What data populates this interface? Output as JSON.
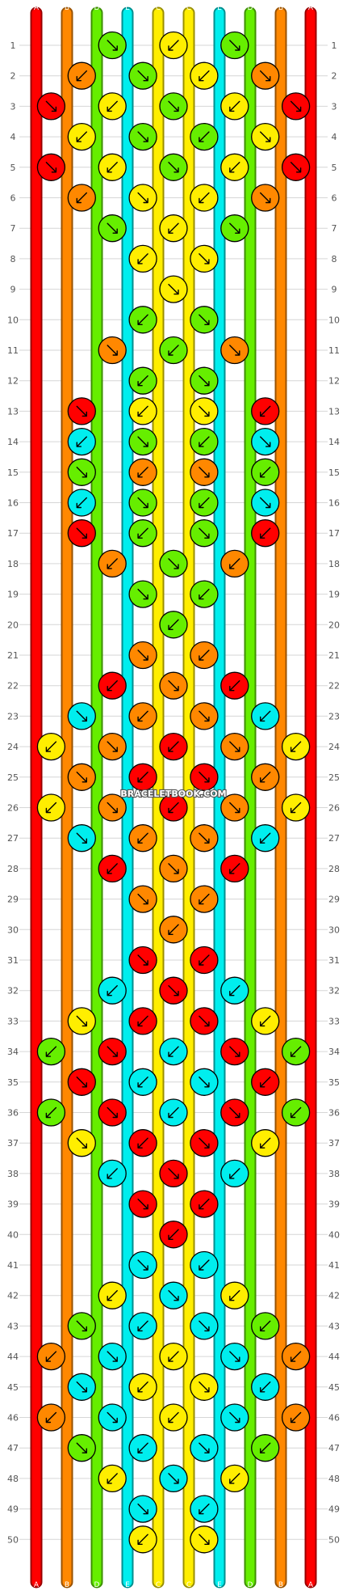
{
  "watermark": "BRACELETBOOK.COM",
  "rows": 50,
  "colors": {
    "A": "#ff0000",
    "B": "#ff8800",
    "C": "#ffee00",
    "D": "#66ee00",
    "E": "#00eeee"
  },
  "strings": [
    "A",
    "B",
    "D",
    "E",
    "C",
    "C",
    "E",
    "D",
    "B",
    "A"
  ],
  "knots": [
    [
      "D",
      "C",
      "D"
    ],
    [
      "B",
      "D",
      "C",
      "B"
    ],
    [
      "A",
      "C",
      "D",
      "C",
      "A"
    ],
    [
      "C",
      "D",
      "D",
      "C"
    ],
    [
      "A",
      "C",
      "D",
      "C",
      "A"
    ],
    [
      "B",
      "C",
      "C",
      "B"
    ],
    [
      "D",
      "C",
      "D"
    ],
    [
      "C",
      "C"
    ],
    [
      "C"
    ],
    [
      "D",
      "D"
    ],
    [
      "B",
      "D",
      "B"
    ],
    [
      "D",
      "D"
    ],
    [
      "A",
      "C",
      "C",
      "A"
    ],
    [
      "E",
      "D",
      "D",
      "E"
    ],
    [
      "D",
      "B",
      "B",
      "D"
    ],
    [
      "E",
      "D",
      "D",
      "E"
    ],
    [
      "A",
      "D",
      "D",
      "A"
    ],
    [
      "B",
      "D",
      "B"
    ],
    [
      "D",
      "D"
    ],
    [
      "D"
    ],
    [
      "B",
      "B"
    ],
    [
      "A",
      "B",
      "A"
    ],
    [
      "E",
      "B",
      "B",
      "E"
    ],
    [
      "C",
      "B",
      "A",
      "B",
      "C"
    ],
    [
      "B",
      "A",
      "A",
      "B"
    ],
    [
      "C",
      "B",
      "A",
      "B",
      "C"
    ],
    [
      "E",
      "B",
      "B",
      "E"
    ],
    [
      "A",
      "B",
      "A"
    ],
    [
      "B",
      "B"
    ],
    [
      "B"
    ],
    [
      "A",
      "A"
    ],
    [
      "E",
      "A",
      "E"
    ],
    [
      "C",
      "A",
      "A",
      "C"
    ],
    [
      "D",
      "A",
      "E",
      "A",
      "D"
    ],
    [
      "A",
      "E",
      "E",
      "A"
    ],
    [
      "D",
      "A",
      "E",
      "A",
      "D"
    ],
    [
      "C",
      "A",
      "A",
      "C"
    ],
    [
      "E",
      "A",
      "E"
    ],
    [
      "A",
      "A"
    ],
    [
      "A"
    ],
    [
      "E",
      "E"
    ],
    [
      "C",
      "E",
      "C"
    ],
    [
      "D",
      "E",
      "E",
      "D"
    ],
    [
      "B",
      "E",
      "C",
      "E",
      "B"
    ],
    [
      "E",
      "C",
      "C",
      "E"
    ],
    [
      "B",
      "E",
      "C",
      "E",
      "B"
    ],
    [
      "D",
      "E",
      "E",
      "D"
    ],
    [
      "C",
      "E",
      "C"
    ],
    [
      "E",
      "E"
    ],
    [
      "C",
      "C"
    ]
  ]
}
